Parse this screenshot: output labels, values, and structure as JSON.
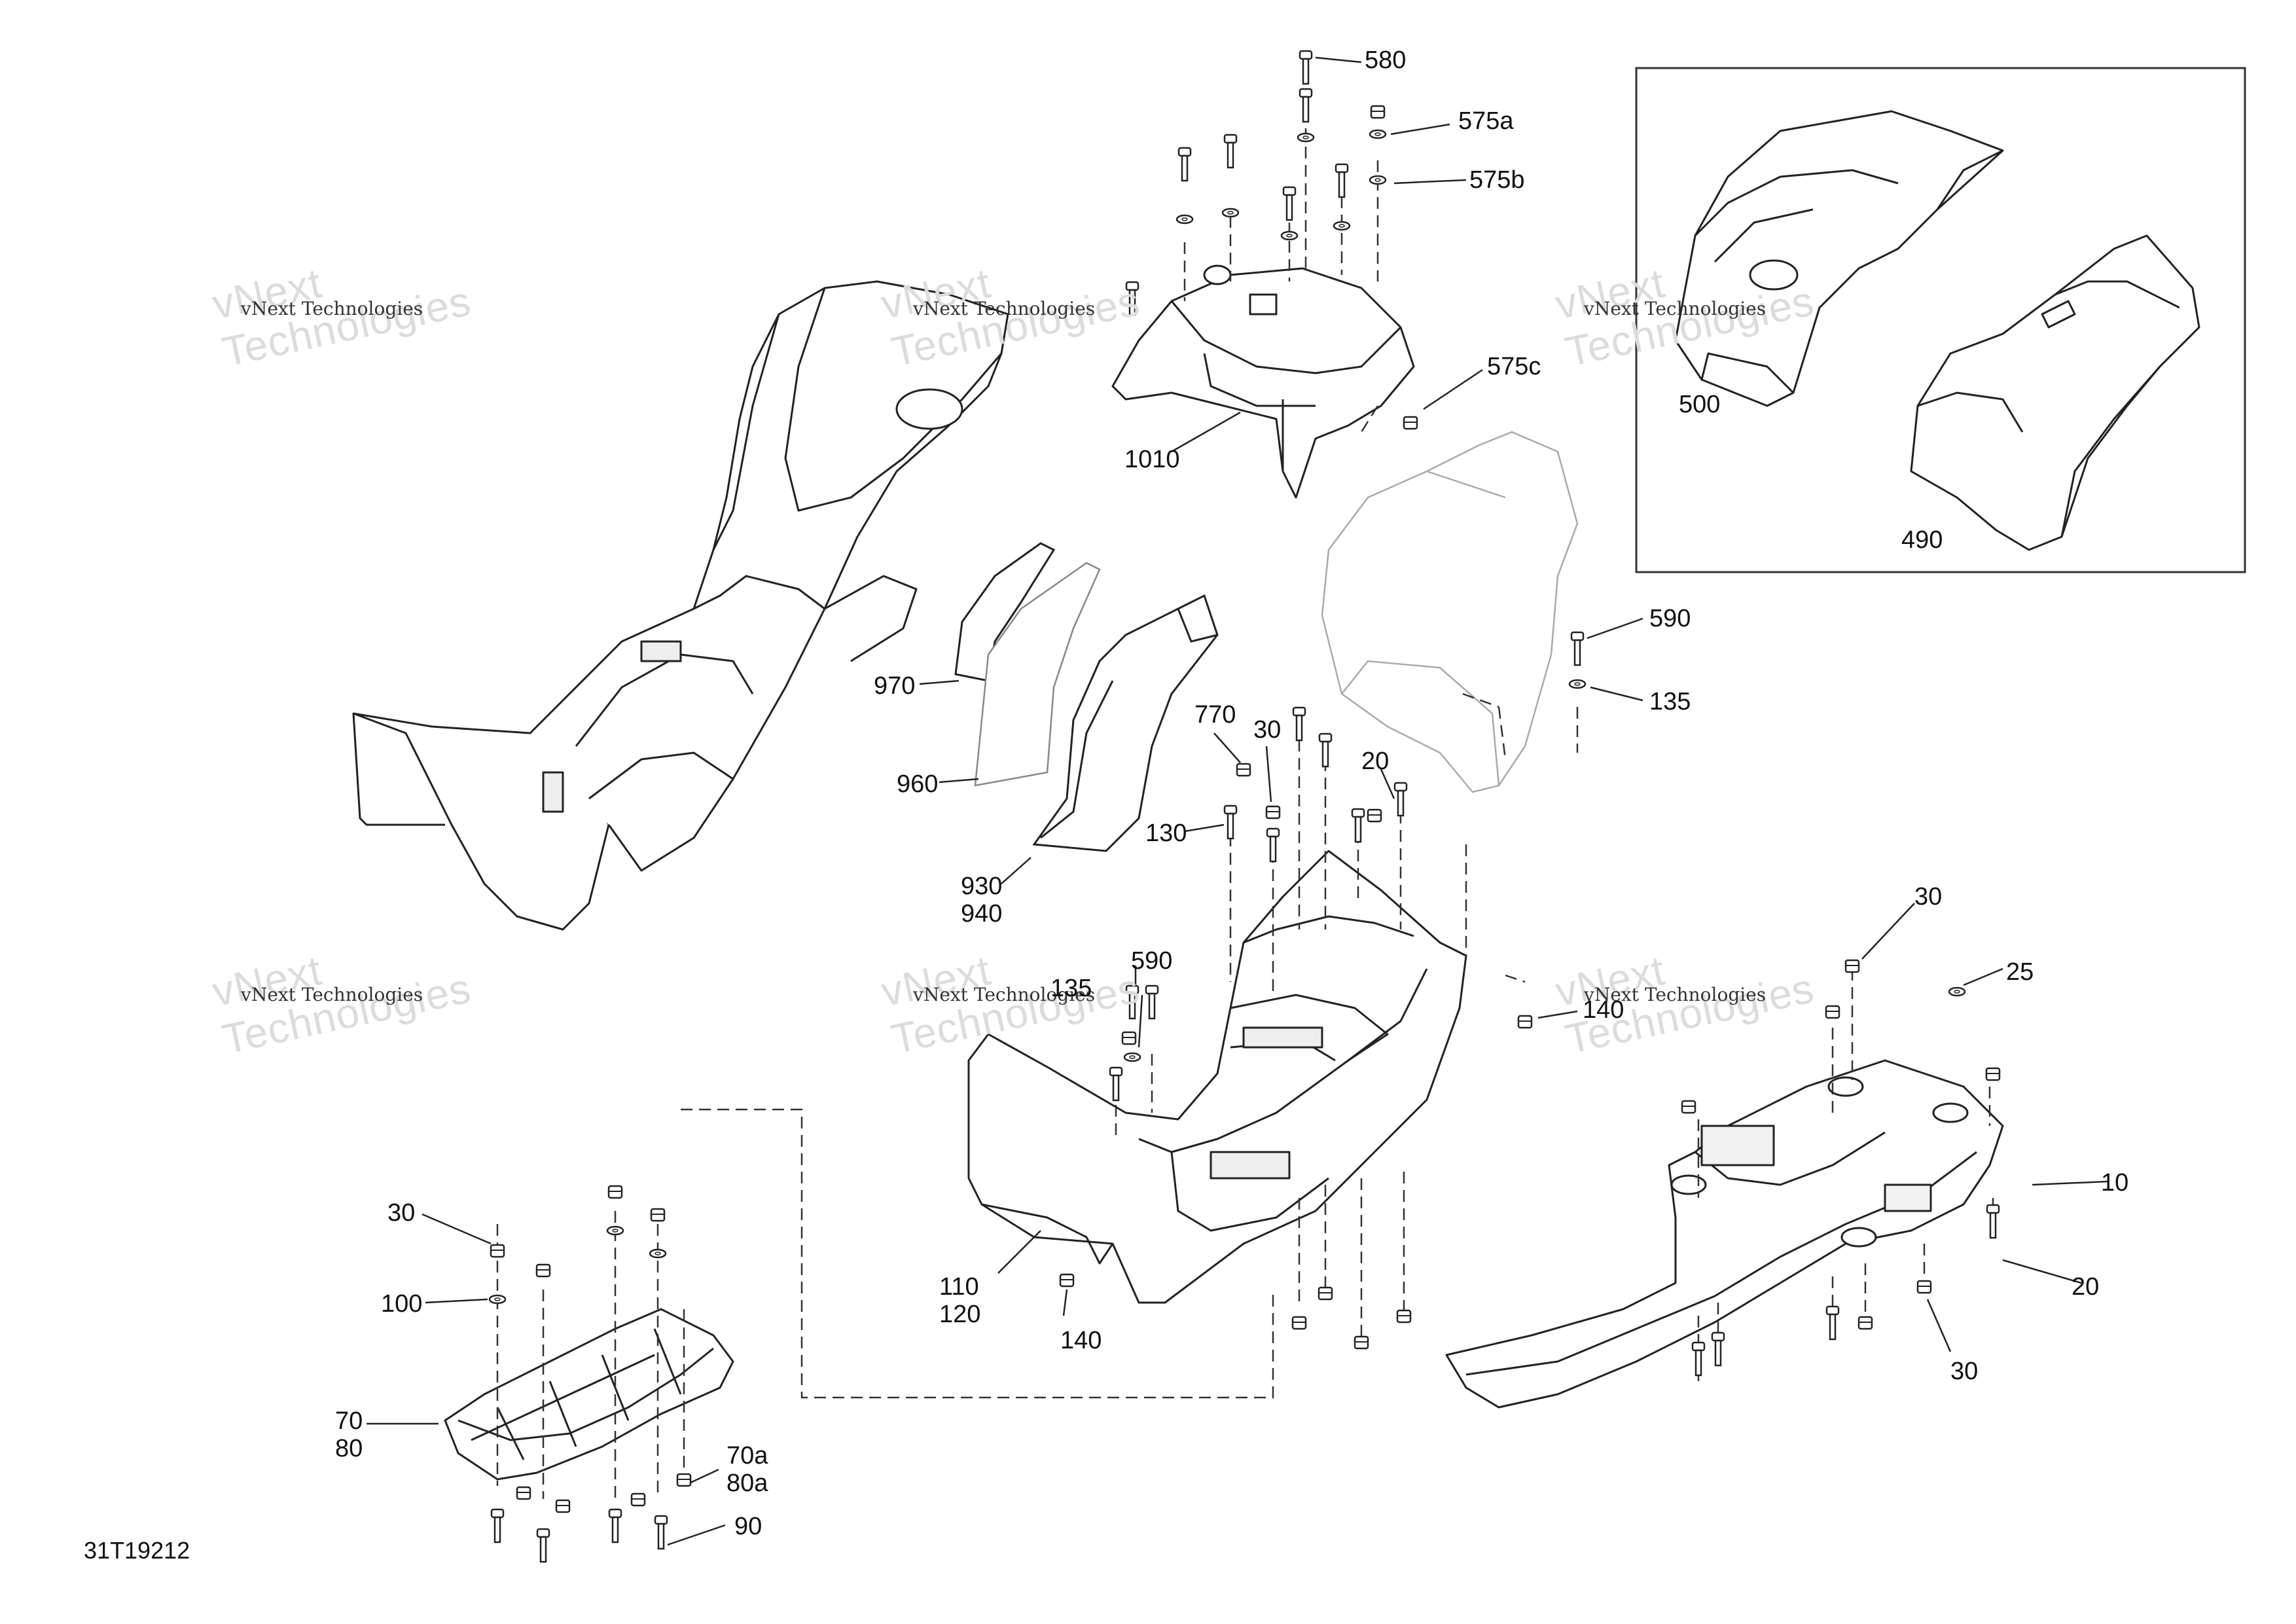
{
  "drawing_code": "31T19212",
  "watermark": {
    "line1": "vNext Technologies",
    "line2": "vNext",
    "line3": "Technologies"
  },
  "callouts": [
    {
      "id": "c580",
      "text": "580"
    },
    {
      "id": "c575a",
      "text": "575a"
    },
    {
      "id": "c575b",
      "text": "575b"
    },
    {
      "id": "c575c",
      "text": "575c"
    },
    {
      "id": "c1010",
      "text": "1010"
    },
    {
      "id": "c500",
      "text": "500"
    },
    {
      "id": "c490",
      "text": "490"
    },
    {
      "id": "c590a",
      "text": "590"
    },
    {
      "id": "c135a",
      "text": "135"
    },
    {
      "id": "c970",
      "text": "970"
    },
    {
      "id": "c960",
      "text": "960"
    },
    {
      "id": "c770",
      "text": "770"
    },
    {
      "id": "c30a",
      "text": "30"
    },
    {
      "id": "c20a",
      "text": "20"
    },
    {
      "id": "c130",
      "text": "130"
    },
    {
      "id": "c930",
      "text": "930\n940"
    },
    {
      "id": "c30b",
      "text": "30"
    },
    {
      "id": "c25",
      "text": "25"
    },
    {
      "id": "c135b",
      "text": "135"
    },
    {
      "id": "c590b",
      "text": "590"
    },
    {
      "id": "c140a",
      "text": "140"
    },
    {
      "id": "c10",
      "text": "10"
    },
    {
      "id": "c20b",
      "text": "20"
    },
    {
      "id": "c30c",
      "text": "30"
    },
    {
      "id": "c30d",
      "text": "30"
    },
    {
      "id": "c100",
      "text": "100"
    },
    {
      "id": "c110",
      "text": "110\n120"
    },
    {
      "id": "c140b",
      "text": "140"
    },
    {
      "id": "c70",
      "text": "70\n80"
    },
    {
      "id": "c70a",
      "text": "70a\n80a"
    },
    {
      "id": "c90",
      "text": "90"
    }
  ]
}
